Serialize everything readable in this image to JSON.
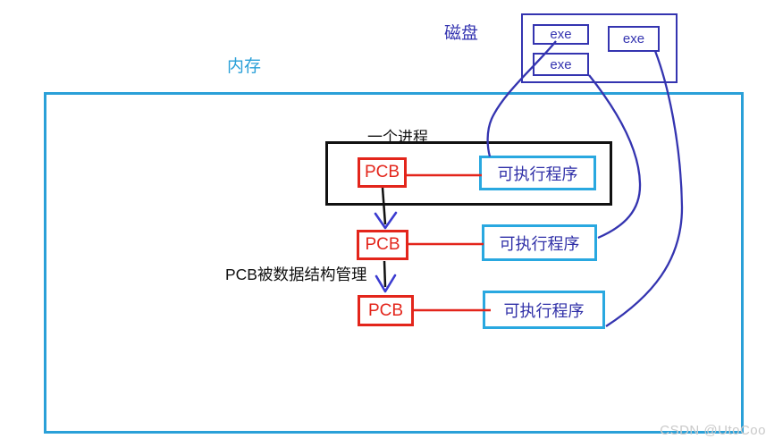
{
  "disk": {
    "label": "磁盘",
    "exe_boxes": [
      "exe",
      "exe",
      "exe"
    ]
  },
  "memory": {
    "label": "内存"
  },
  "process": {
    "label": "一个进程"
  },
  "pcb_rows": [
    {
      "pcb_label": "PCB",
      "program_label": "可执行程序"
    },
    {
      "pcb_label": "PCB",
      "program_label": "可执行程序"
    },
    {
      "pcb_label": "PCB",
      "program_label": "可执行程序"
    }
  ],
  "note": {
    "text": "PCB被数据结构管理"
  },
  "watermark": {
    "text": "CSDN @UtoCoo"
  },
  "colors": {
    "indigo": "#3434b0",
    "cyan": "#2aa0d8",
    "bluebox": "#29a8e0",
    "red": "#e3251b",
    "ink": "#111111",
    "arrowhead": "#3b3bd0",
    "watermark": "#c9c9c9"
  }
}
